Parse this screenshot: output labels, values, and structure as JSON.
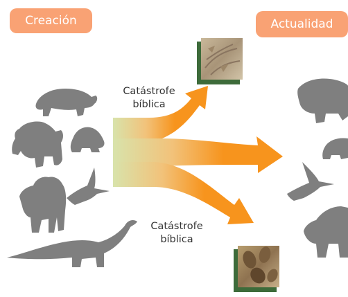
{
  "labels": {
    "left": "Creación",
    "right": "Actualidad"
  },
  "captions": {
    "top_line1": "Catástrofe",
    "top_line2": "bíblica",
    "bottom_line1": "Catástrofe",
    "bottom_line2": "bíblica"
  },
  "icons": {
    "left_animals": [
      "bear-icon",
      "bear-icon",
      "frog-icon",
      "pterosaur-icon",
      "gorilla-icon",
      "sauropod-icon"
    ],
    "right_animals": [
      "bear-icon",
      "frog-icon",
      "pterosaur-icon",
      "gorilla-icon"
    ],
    "fossils": [
      "fossil-fish-icon",
      "fossil-trilobite-icon"
    ]
  },
  "colors": {
    "label_bg": "#f9a274",
    "arrow_orange": "#f7941d",
    "arrow_start": "#d6e0a6",
    "silhouette": "#7f7f7f",
    "fossil_shadow": "#3d6b3a"
  }
}
